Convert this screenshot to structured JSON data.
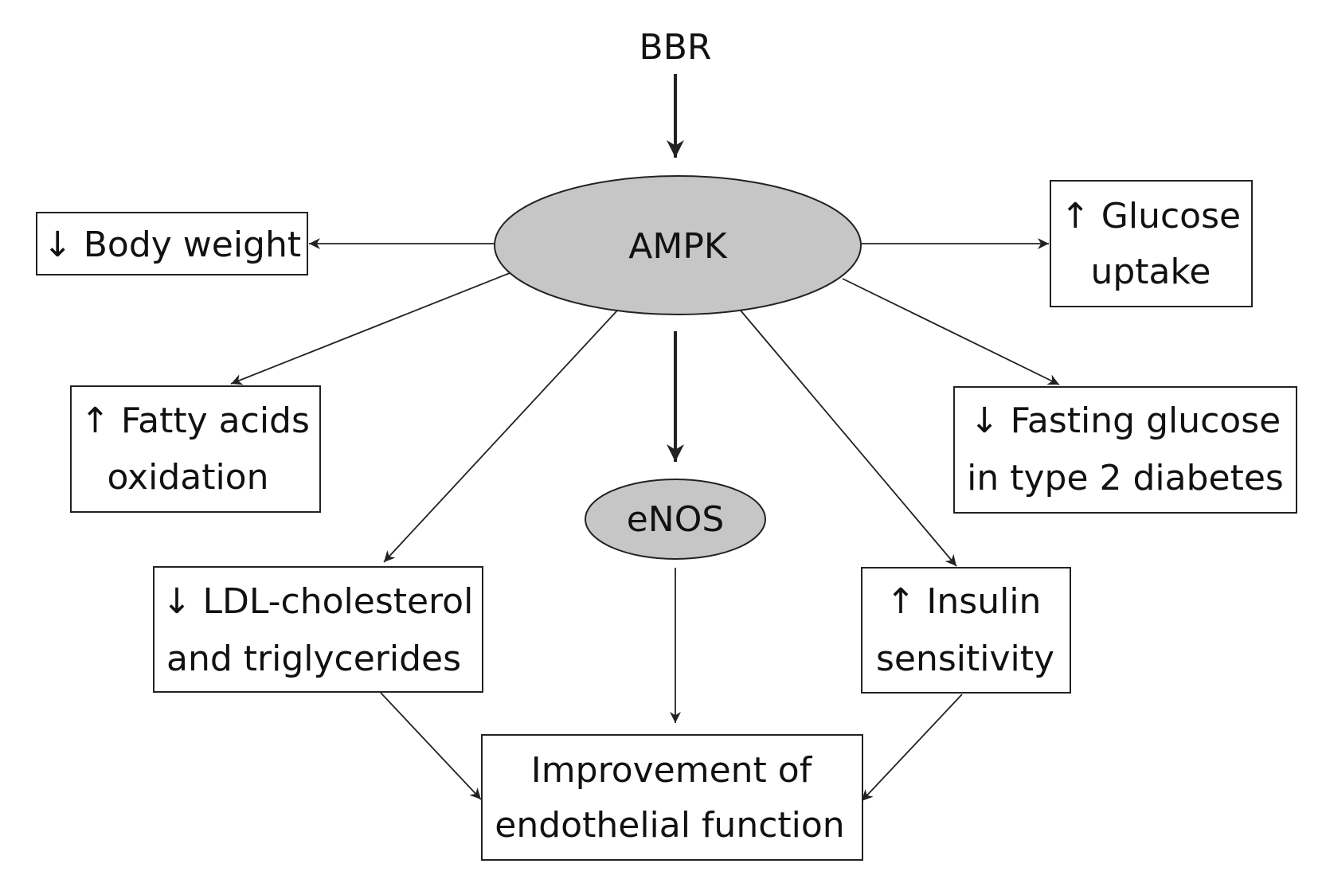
{
  "nodes": {
    "bbr": {
      "lines": [
        "BBR"
      ]
    },
    "ampk": {
      "lines": [
        "AMPK"
      ]
    },
    "enos": {
      "lines": [
        "eNOS"
      ]
    },
    "body_weight": {
      "lines": [
        "↓ Body weight"
      ]
    },
    "glucose_uptake": {
      "lines": [
        "↑ Glucose",
        "uptake"
      ]
    },
    "fatty_acids": {
      "lines": [
        "↑ Fatty acids",
        "oxidation"
      ]
    },
    "fasting_glucose": {
      "lines": [
        "↓ Fasting glucose",
        "in type 2 diabetes"
      ]
    },
    "ldl": {
      "lines": [
        "↓ LDL-cholesterol",
        "and triglycerides"
      ]
    },
    "insulin": {
      "lines": [
        "↑ Insulin",
        "sensitivity"
      ]
    },
    "endothelial": {
      "lines": [
        "Improvement of",
        "endothelial function"
      ]
    }
  },
  "edges": [
    {
      "from": "bbr",
      "to": "ampk",
      "style": "thick"
    },
    {
      "from": "ampk",
      "to": "body_weight",
      "style": "thin"
    },
    {
      "from": "ampk",
      "to": "glucose_uptake",
      "style": "thin"
    },
    {
      "from": "ampk",
      "to": "fatty_acids",
      "style": "thin"
    },
    {
      "from": "ampk",
      "to": "fasting_glucose",
      "style": "thin"
    },
    {
      "from": "ampk",
      "to": "ldl",
      "style": "thin"
    },
    {
      "from": "ampk",
      "to": "enos",
      "style": "thick"
    },
    {
      "from": "ampk",
      "to": "insulin",
      "style": "thin"
    },
    {
      "from": "enos",
      "to": "endothelial",
      "style": "thin"
    },
    {
      "from": "ldl",
      "to": "endothelial",
      "style": "thin"
    },
    {
      "from": "insulin",
      "to": "endothelial",
      "style": "thin"
    }
  ],
  "colors": {
    "ellipse_fill": "#c6c6c6",
    "stroke": "#222222",
    "background": "#ffffff"
  }
}
